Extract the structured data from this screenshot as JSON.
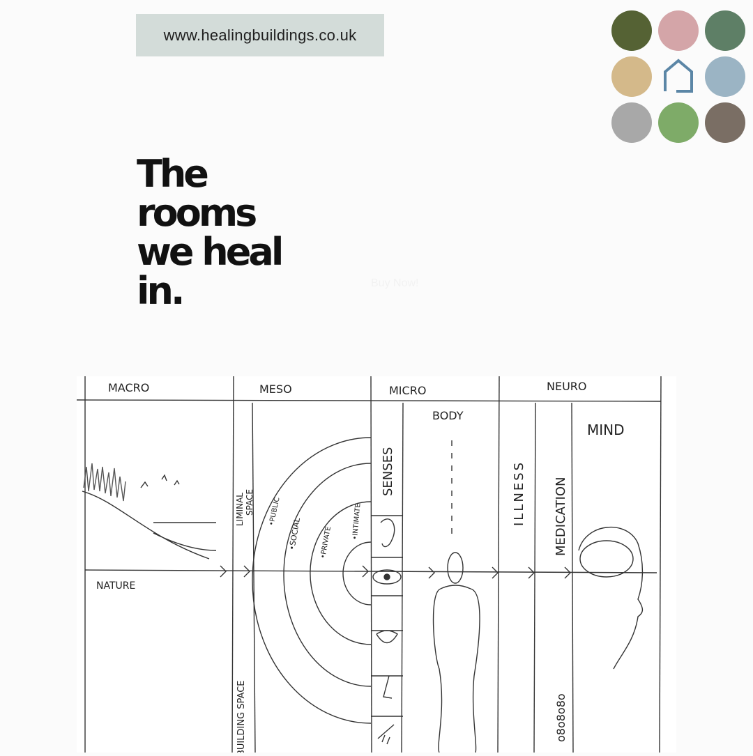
{
  "header": {
    "url": "www.healingbuildings.co.uk"
  },
  "palette": {
    "swatches": [
      "#556234",
      "#d4a5a8",
      "#5e7f66",
      "#d4b98a",
      "#9bb4c4",
      "#a8a8a8",
      "#7eab68",
      "#7a6e64"
    ],
    "house_icon": "house-icon",
    "house_color": "#5b86a6"
  },
  "title": {
    "lines": [
      "The",
      "rooms",
      "we heal",
      "in."
    ]
  },
  "cta": {
    "label": "Buy Now!"
  },
  "diagram": {
    "scales": [
      "MACRO",
      "MESO",
      "MICRO",
      "NEURO"
    ],
    "labels": {
      "nature": "NATURE",
      "liminal": "LIMINAL",
      "space": "SPACE",
      "building_space": "BUILDING SPACE",
      "public": "•PUBLIC",
      "social": "•SOCIAL",
      "private": "•PRIVATE",
      "intimate": "•INTIMATE",
      "senses": "SENSES",
      "body": "BODY",
      "illness": "ILLNESS",
      "medication": "MEDICATION",
      "mind": "MIND"
    }
  }
}
